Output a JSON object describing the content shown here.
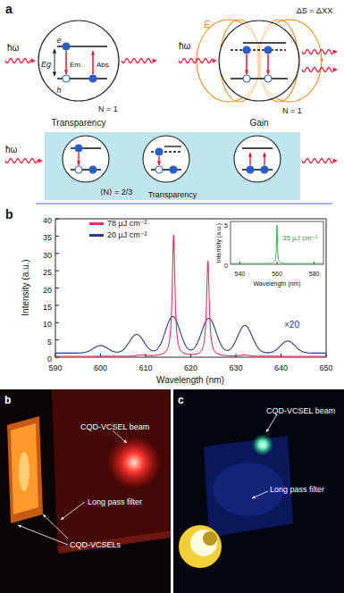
{
  "diagram": {
    "nodes": [
      {
        "text": [
          "e",
          "h",
          "Eg",
          "Em.",
          "Abs."
        ]
      },
      {
        "text": [
          "⟨N⟩ = 2/3",
          "Transparency"
        ]
      },
      {
        "text": [
          "35 μJ cm⁻²",
          "540",
          "560",
          "580",
          "Wavelength (nm)",
          "Intensity (a.u.)",
          "0",
          "5"
        ]
      },
      {
        "text": [
          "b",
          "CQD-VCSEL beam",
          "Long pass filter",
          "CQD-VCSELs"
        ]
      },
      {
        "text": [
          "c",
          "CQD-VCSEL beam",
          "Long pass filter"
        ]
      }
    ],
    "labels": [
      "a",
      "ħω",
      "N = 1",
      "Transparency",
      "ħω",
      "E",
      "ΔS = ΔXX",
      "N = 1",
      "Gain",
      "ħω",
      "b",
      "Intensity (a.u.)",
      "0",
      "5",
      "10",
      "15",
      "20",
      "25",
      "30",
      "35",
      "40",
      "590",
      "600",
      "610",
      "620",
      "630",
      "640",
      "650",
      "Wavelength (nm)",
      "×20"
    ],
    "legend": [
      {
        "text": "78 μJ cm⁻²",
        "color": "#e8335f"
      },
      {
        "text": "20 μJ cm⁻²",
        "color": "#2b3a80"
      }
    ]
  }
}
